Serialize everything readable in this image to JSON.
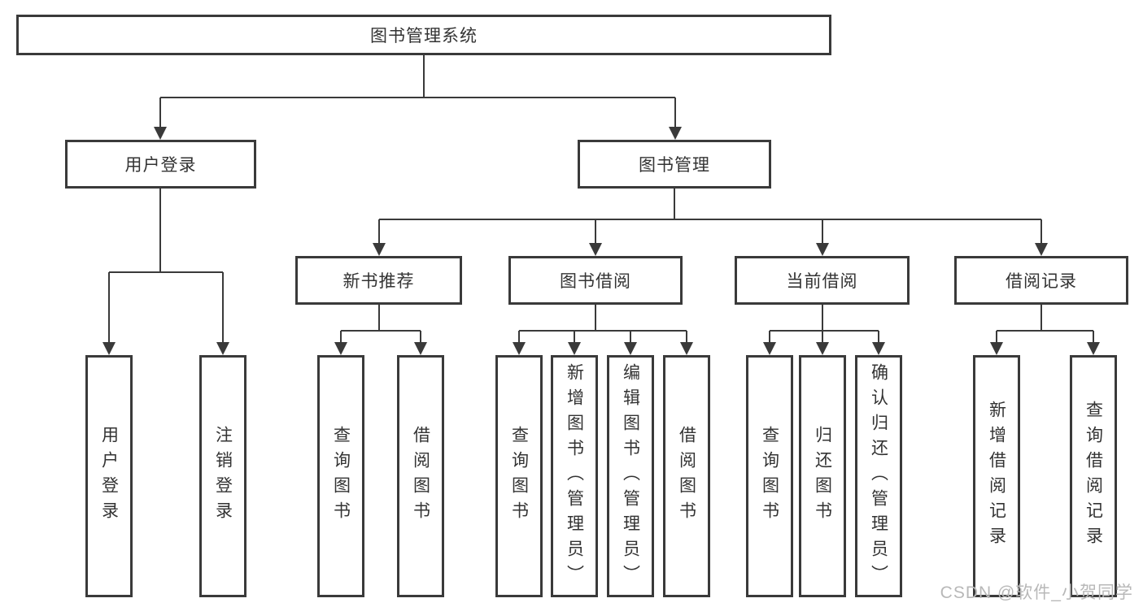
{
  "diagram": {
    "root": {
      "label": "图书管理系统"
    },
    "level2": {
      "user_login": {
        "label": "用户登录"
      },
      "book_mgmt": {
        "label": "图书管理"
      }
    },
    "level3": {
      "new_books": {
        "label": "新书推荐"
      },
      "borrowing": {
        "label": "图书借阅"
      },
      "current": {
        "label": "当前借阅"
      },
      "records": {
        "label": "借阅记录"
      }
    },
    "leaves": {
      "user_login": [
        "用户登录",
        "注销登录"
      ],
      "new_books": [
        "查询图书",
        "借阅图书"
      ],
      "borrowing": [
        "查询图书",
        "新增图书（管理员）",
        "编辑图书（管理员）",
        "借阅图书"
      ],
      "current": [
        "查询图书",
        "归还图书",
        "确认归还（管理员）"
      ],
      "records": [
        "新增借阅记录",
        "查询借阅记录"
      ]
    },
    "watermark": "CSDN @软件_小贺同学",
    "colors": {
      "line": "#3a3a3a",
      "text": "#333333",
      "watermark": "#b8b8b8",
      "background": "#ffffff"
    }
  }
}
